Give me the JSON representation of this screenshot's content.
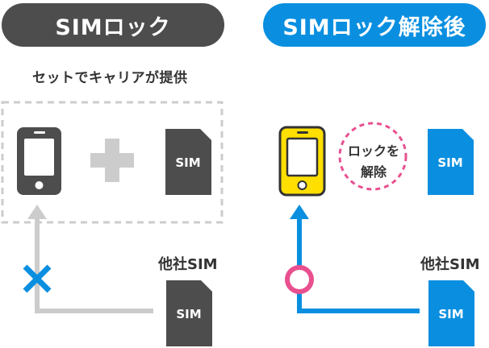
{
  "panels": {
    "left": {
      "title": "SIMロック",
      "caption": "セットでキャリアが提供",
      "sim_label": "SIM",
      "other_sim_label": "他社SIM",
      "other_sim_card_label": "SIM",
      "result_icon": "cross-icon",
      "color": "#4d4d4d"
    },
    "right": {
      "title": "SIMロック解除後",
      "unlock_line1": "ロックを",
      "unlock_line2": "解除",
      "sim_label": "SIM",
      "other_sim_label": "他社SIM",
      "other_sim_card_label": "SIM",
      "result_icon": "circle-ok-icon",
      "color": "#0a8fe0"
    }
  },
  "colors": {
    "dark_gray": "#4d4d4d",
    "blue": "#0a8fe0",
    "light_gray": "#cccccc",
    "yellow": "#ffdf00",
    "pink": "#e8508f"
  }
}
